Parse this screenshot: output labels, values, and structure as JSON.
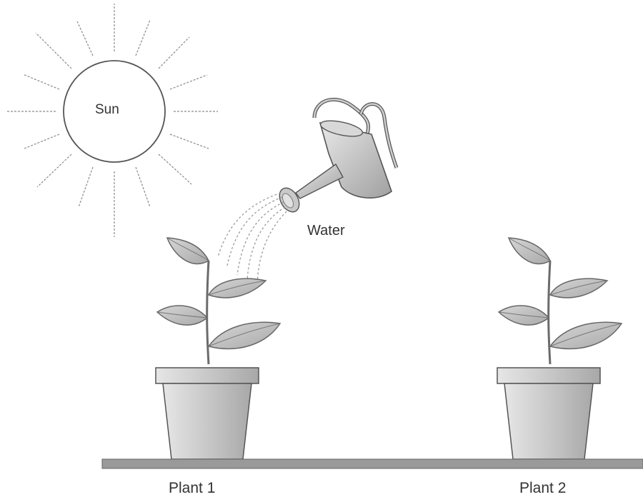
{
  "labels": {
    "sun": "Sun",
    "water": "Water",
    "plant1": "Plant 1",
    "plant2": "Plant 2"
  },
  "colors": {
    "line": "#555555",
    "fill_light": "#dcdcdc",
    "fill_mid": "#bdbdbd",
    "ground": "#9a9a9a"
  },
  "icons": [
    "sun-icon",
    "watering-can-icon",
    "plant-pot-icon",
    "water-stream-icon"
  ]
}
